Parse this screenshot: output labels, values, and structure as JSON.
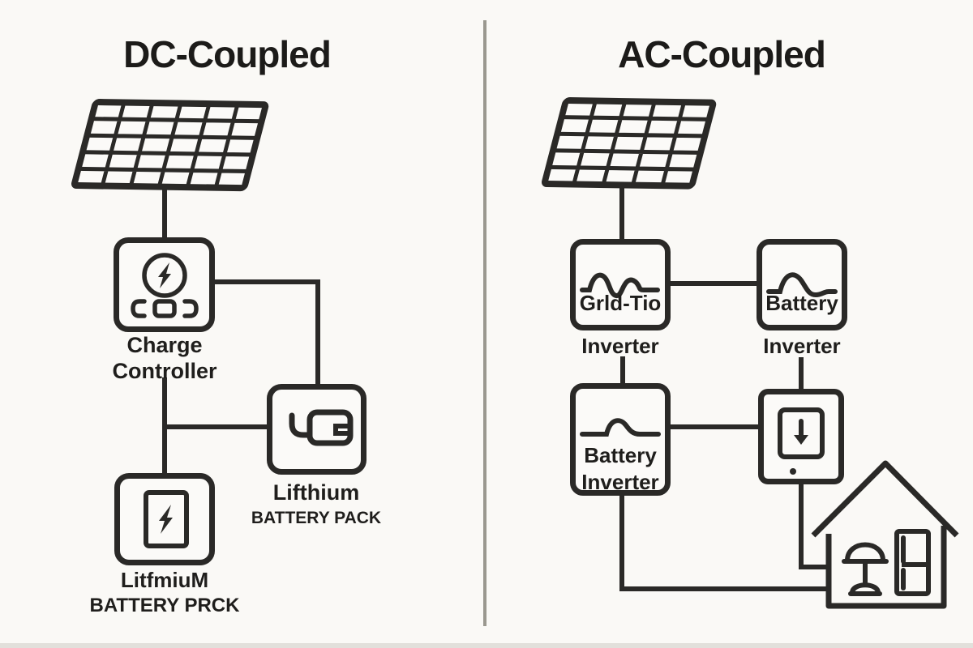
{
  "meta": {
    "description": "Comparison diagram of DC-Coupled and AC-Coupled solar battery systems"
  },
  "colors": {
    "background": "#faf9f6",
    "ink": "#2a2927",
    "box_fill": "#fbfaf8",
    "divider": "#9a988f"
  },
  "left": {
    "title": "DC-Coupled",
    "solar_panel_icon": "solar-panel-icon",
    "charge_controller": {
      "icon": "lightning-circle-icon",
      "ports_icon": "charge-ports-icon",
      "label_line1": "Charge",
      "label_line2": "Controller"
    },
    "battery_pack": {
      "icon": "plug-icon",
      "label_line1": "Lifthium",
      "label_line2": "BATTERY PACK"
    },
    "lithium_battery": {
      "icon": "battery-bolt-icon",
      "label_line1": "LitfmiuM",
      "label_line2": "BATTERY PRCK"
    }
  },
  "right": {
    "title": "AC-Coupled",
    "solar_panel_icon": "solar-panel-icon",
    "grid_tie_inverter": {
      "icon": "sine-wave-icon",
      "inner_label": "Grld-Tio",
      "outer_label": "Inverter"
    },
    "battery_inverter_top": {
      "icon": "sine-wave-icon",
      "inner_label": "Battery",
      "outer_label": "Inverter"
    },
    "battery_inverter_bottom": {
      "icon": "sine-wave-icon",
      "label_line1": "Battery",
      "label_line2": "Inverter"
    },
    "battery_storage": {
      "icon": "down-arrow-icon"
    },
    "house": {
      "icon": "house-icon",
      "contents": [
        "lamp-icon",
        "fridge-icon"
      ]
    }
  }
}
